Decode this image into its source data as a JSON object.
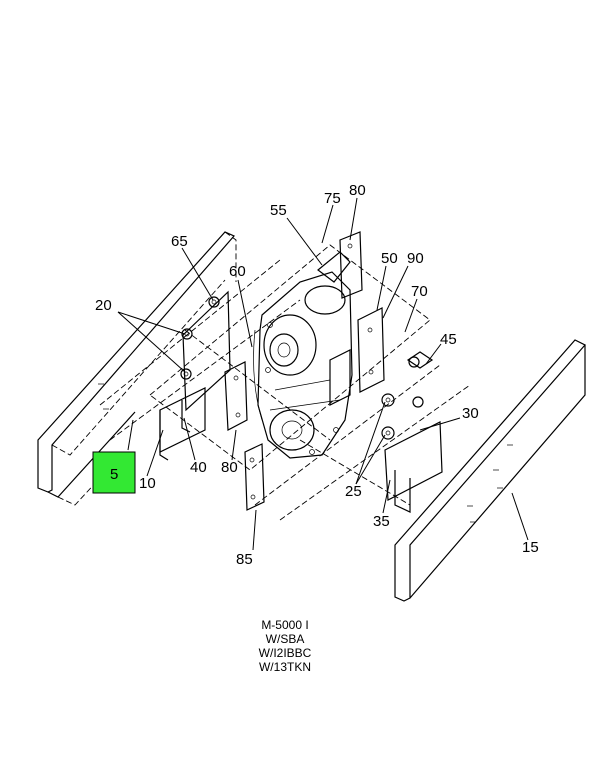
{
  "diagram": {
    "highlight_color": "#33e833",
    "highlighted_callout": "5",
    "callouts": {
      "c5": "5",
      "c10": "10",
      "c15": "15",
      "c20": "20",
      "c25": "25",
      "c30": "30",
      "c35": "35",
      "c40": "40",
      "c45": "45",
      "c50": "50",
      "c55": "55",
      "c60": "60",
      "c65": "65",
      "c70": "70",
      "c75": "75",
      "c80_top": "80",
      "c80_bottom": "80",
      "c85": "85",
      "c90": "90"
    },
    "caption_lines": [
      "M-5000 I",
      "W/SBA",
      "W/I2IBBC",
      "W/13TKN"
    ]
  }
}
